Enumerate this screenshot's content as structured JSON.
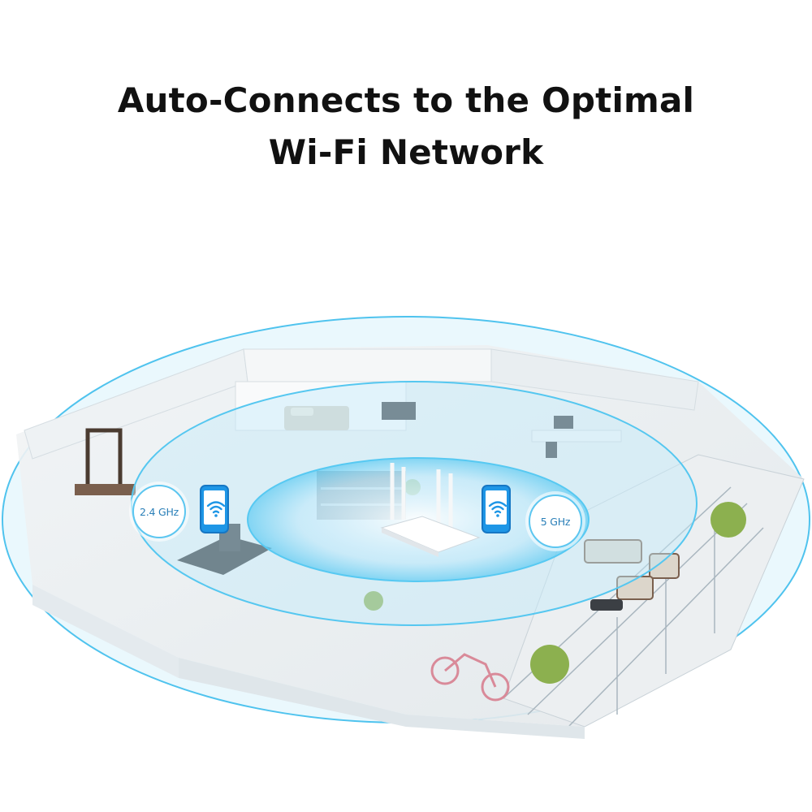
{
  "headline": {
    "line1": "Auto-Connects to the Optimal",
    "line2": "Wi-Fi Network"
  },
  "bands": {
    "left_label": "2.4 GHz",
    "right_label": "5 GHz"
  },
  "icons": {
    "left_device": "smartphone-wifi-icon",
    "right_device": "smartphone-wifi-icon",
    "router": "router-icon"
  },
  "colors": {
    "ring_stroke": "#4fc3ee",
    "ring_fill": "#cfeefb",
    "phone": "#1e96e6",
    "badge_text": "#2a7fb8"
  }
}
